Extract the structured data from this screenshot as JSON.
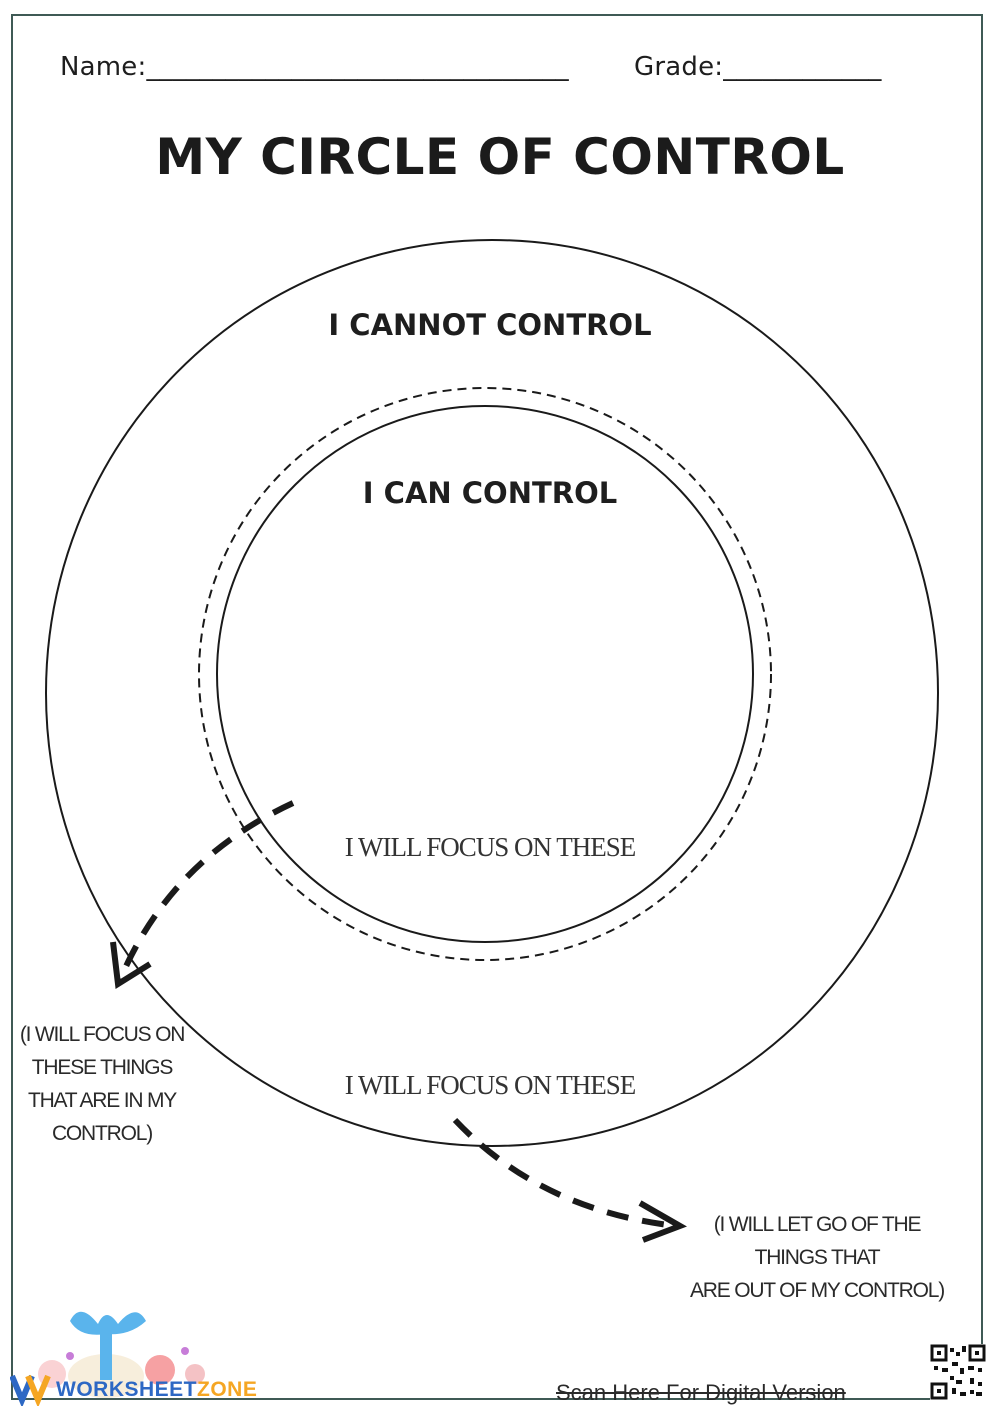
{
  "header": {
    "name_field": "Name:________________________________",
    "grade_field": "Grade:____________"
  },
  "title": "MY CIRCLE OF CONTROL",
  "diagram": {
    "outer_label": "I CANNOT CONTROL",
    "inner_label": "I CAN CONTROL",
    "inner_focus_label": "I WILL FOCUS ON THESE",
    "outer_focus_label": "I WILL FOCUS ON THESE"
  },
  "notes": {
    "left_note": [
      "(I WILL FOCUS ON",
      "THESE THINGS",
      "THAT ARE IN MY",
      "CONTROL)"
    ],
    "right_note": [
      "(I WILL LET GO OF THE",
      "THINGS THAT",
      "ARE OUT OF MY CONTROL)"
    ]
  },
  "footer": {
    "logo_text_primary": "WORKSHEET",
    "logo_text_secondary": "ZONE",
    "scan_text": "Scan Here For Digital Version",
    "qr_icon": "qr-code-icon"
  },
  "colors": {
    "border": "#3f5a55",
    "logo_blue": "#2d68c4",
    "logo_orange": "#f5a623",
    "ribbon": "#5ab4ec"
  }
}
